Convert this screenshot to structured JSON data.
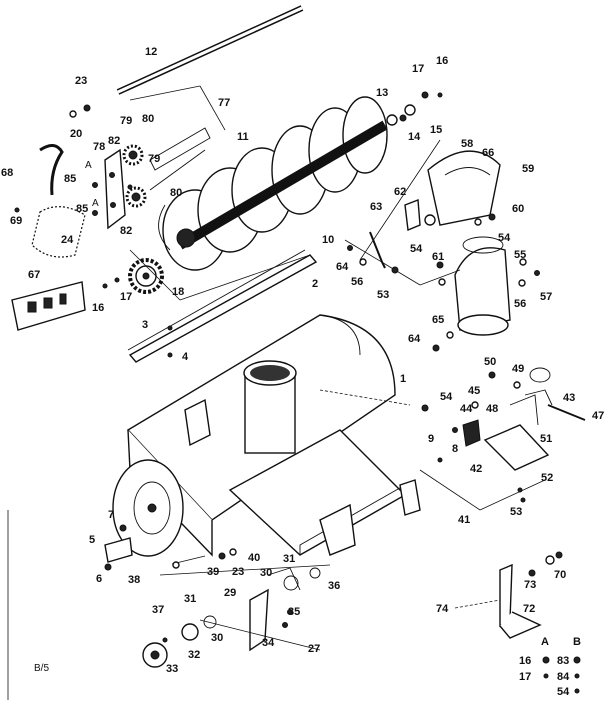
{
  "page_code": "B/5",
  "part_numbers": [
    "1",
    "2",
    "3",
    "4",
    "5",
    "6",
    "7",
    "8",
    "9",
    "10",
    "11",
    "12",
    "13",
    "14",
    "15",
    "16",
    "17",
    "18",
    "20",
    "23",
    "24",
    "27",
    "29",
    "30",
    "31",
    "32",
    "33",
    "34",
    "35",
    "36",
    "37",
    "38",
    "39",
    "40",
    "41",
    "42",
    "43",
    "44",
    "45",
    "47",
    "48",
    "49",
    "50",
    "51",
    "52",
    "53",
    "54",
    "55",
    "56",
    "57",
    "58",
    "59",
    "60",
    "61",
    "62",
    "63",
    "64",
    "65",
    "66",
    "67",
    "68",
    "69",
    "70",
    "72",
    "73",
    "74",
    "77",
    "78",
    "79",
    "80",
    "82",
    "84",
    "85"
  ],
  "callout_letters": [
    "A",
    "B"
  ],
  "legend": {
    "col_a": "A",
    "col_b": "B",
    "rows": [
      {
        "num_a": "16",
        "num_b": "83"
      },
      {
        "num_a": "17",
        "num_b": "84"
      },
      {
        "num_a": "",
        "num_b": "54"
      }
    ]
  }
}
